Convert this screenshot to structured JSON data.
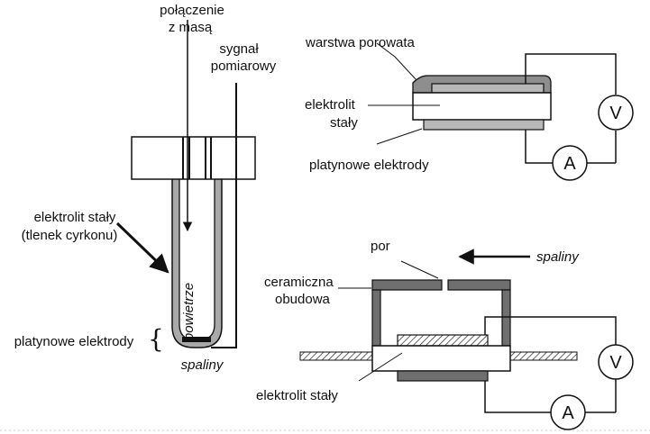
{
  "labels": {
    "polaczenie_line1": "połączenie",
    "polaczenie_line2": "z masą",
    "sygnal_line1": "sygnał",
    "sygnal_line2": "pomiarowy",
    "elektrolit_staly_line1": "elektrolit stały",
    "elektrolit_staly_line2": "(tlenek cyrkonu)",
    "powietrze": "powietrze",
    "platynowe_elektrody_left": "platynowe elektrody",
    "spaliny_left": "spaliny",
    "warstwa_porowata": "warstwa porowata",
    "elektrolit_line1": "elektrolit",
    "elektrolit_line2": "stały",
    "platynowe_elektrody_right": "platynowe elektrody",
    "por": "por",
    "spaliny_right": "spaliny",
    "ceramiczna_line1": "ceramiczna",
    "ceramiczna_line2": "obudowa",
    "elektrolit_staly_bottom": "elektrolit stały"
  },
  "meters": {
    "voltmeter": "V",
    "ammeter": "A"
  },
  "colors": {
    "electrolyte_gray": "#a9a9a9",
    "porous_layer": "#8e8e8e",
    "electrode": "#b8b8b8",
    "casing": "#6f6f6f",
    "line": "#111111"
  }
}
